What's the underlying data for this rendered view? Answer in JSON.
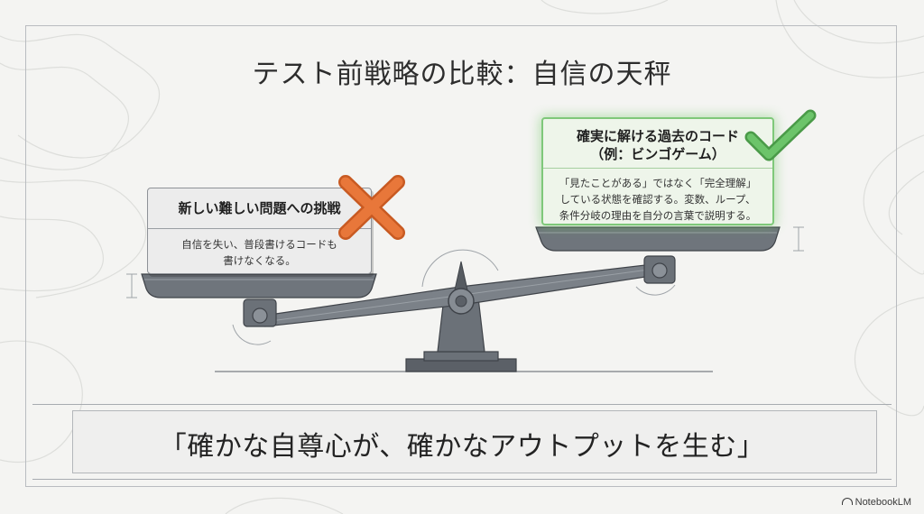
{
  "title": "テスト前戦略の比較：自信の天秤",
  "left_card": {
    "heading": "新しい難しい問題への挑戦",
    "body_lines": [
      "自信を失い、普段書けるコードも",
      "書けなくなる。"
    ],
    "marker_icon": "x-mark-icon",
    "marker_color": "#e8773a"
  },
  "right_card": {
    "heading_lines": [
      "確実に解ける過去のコード",
      "（例：ビンゴゲーム）"
    ],
    "body_lines": [
      "「見たことがある」ではなく「完全理解」",
      "している状態を確認する。変数、ループ、",
      "条件分岐の理由を自分の言葉で説明する。"
    ],
    "marker_icon": "check-mark-icon",
    "marker_color": "#6cc46a"
  },
  "quote": "「確かな自尊心が、確かなアウトプットを生む」",
  "brand": "NotebookLM",
  "colors": {
    "steel": "#6b7178",
    "steel_dark": "#4a4f55",
    "steel_light": "#9aa0a6",
    "background": "#f4f4f2"
  }
}
